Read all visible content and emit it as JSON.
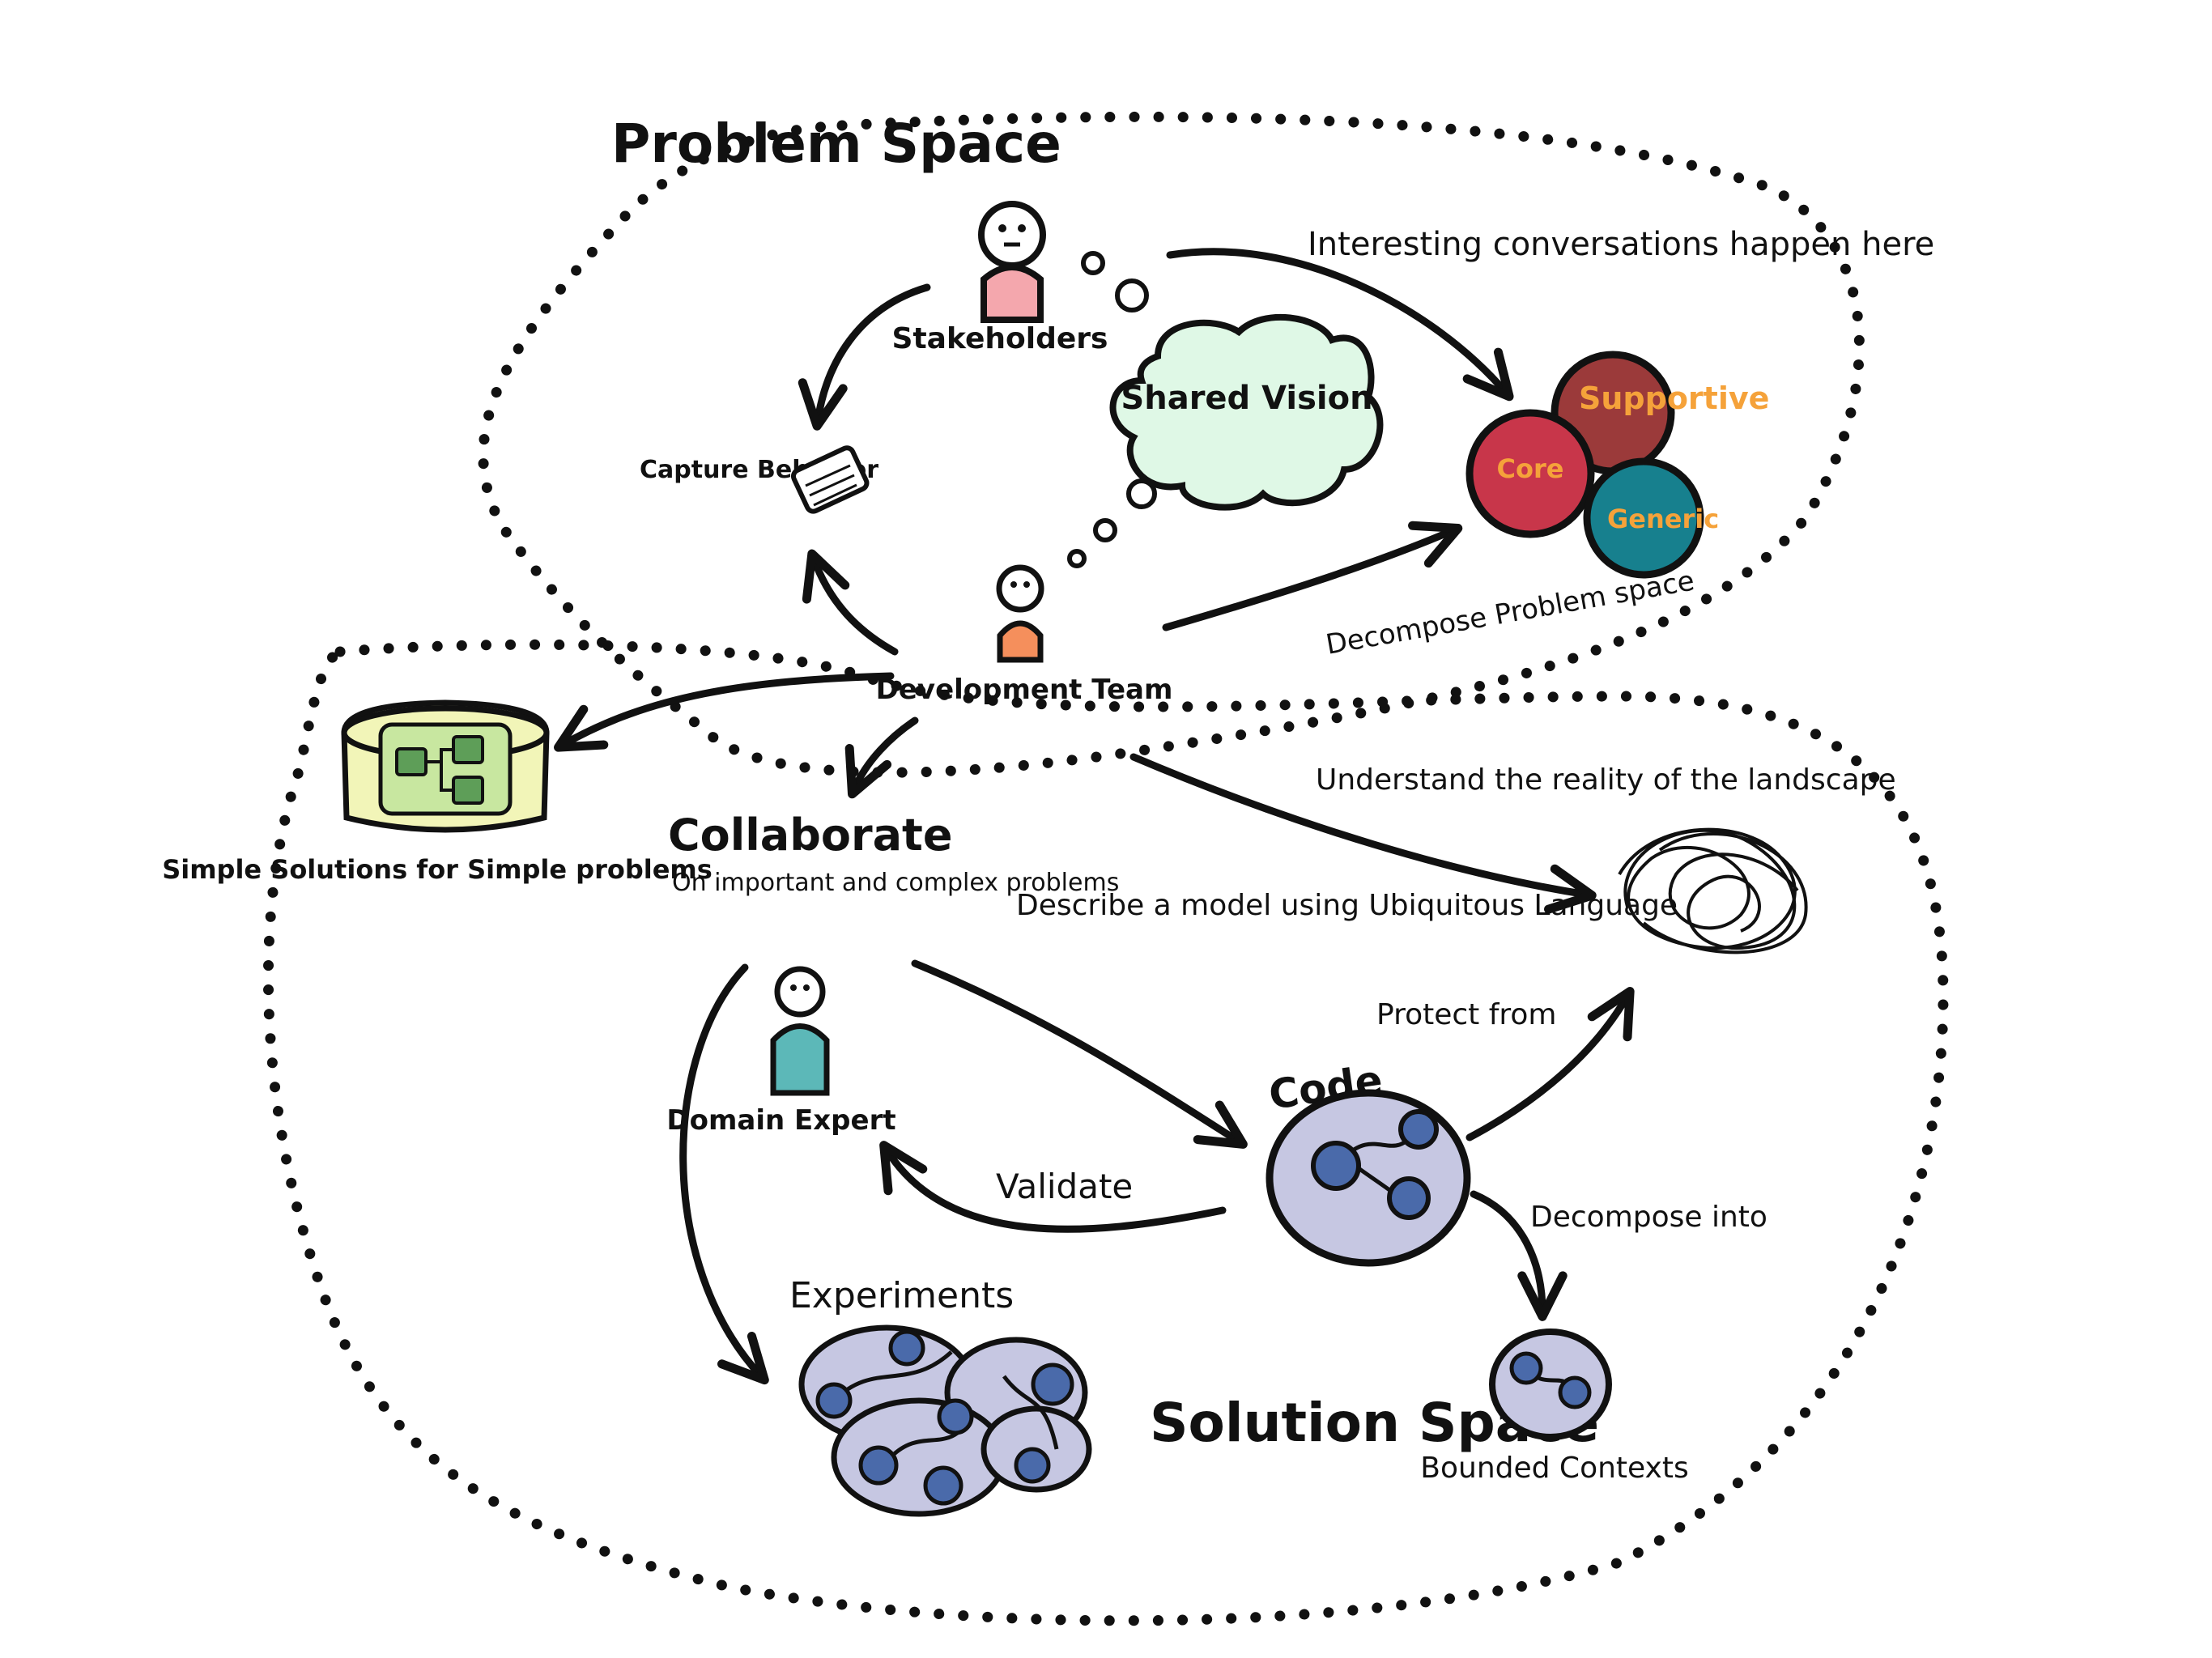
{
  "regions": {
    "problem_space": "Problem Space",
    "solution_space": "Solution Space"
  },
  "nodes": {
    "stakeholders": "Stakeholders",
    "shared_vision": "Shared Vision",
    "capture_behavior": "Capture Behavior",
    "development_team": "Development Team",
    "simple_solutions": "Simple Solutions for Simple problems",
    "collaborate": "Collaborate",
    "collaborate_sub": "On important and complex problems",
    "domain_expert": "Domain Expert",
    "experiments": "Experiments",
    "code": "Code",
    "bounded_contexts": "Bounded Contexts",
    "subdomains": {
      "core": "Core",
      "supportive": "Supportive",
      "generic": "Generic"
    }
  },
  "edge_labels": {
    "interesting": "Interesting conversations happen here",
    "decompose_problem": "Decompose Problem space",
    "understand_reality": "Understand the reality of the landscape",
    "describe_model": "Describe a model using Ubiquitous Language",
    "protect_from": "Protect from",
    "validate": "Validate",
    "decompose_into": "Decompose into"
  },
  "colors": {
    "stakeholder_body": "#f4a7ad",
    "dev_body": "#f58f5c",
    "expert_body": "#5cb8b8",
    "vision_fill": "#dff8e6",
    "core": "#c8364a",
    "supportive": "#9b3a3a",
    "generic": "#17808e",
    "subdomain_text": "#f5a23a",
    "code_fill": "#c6c7e2",
    "node_dot": "#4a6aaa",
    "box_fill": "#f2f5b8",
    "box_inner": "#c8e7a0",
    "box_block": "#5e9e58"
  }
}
